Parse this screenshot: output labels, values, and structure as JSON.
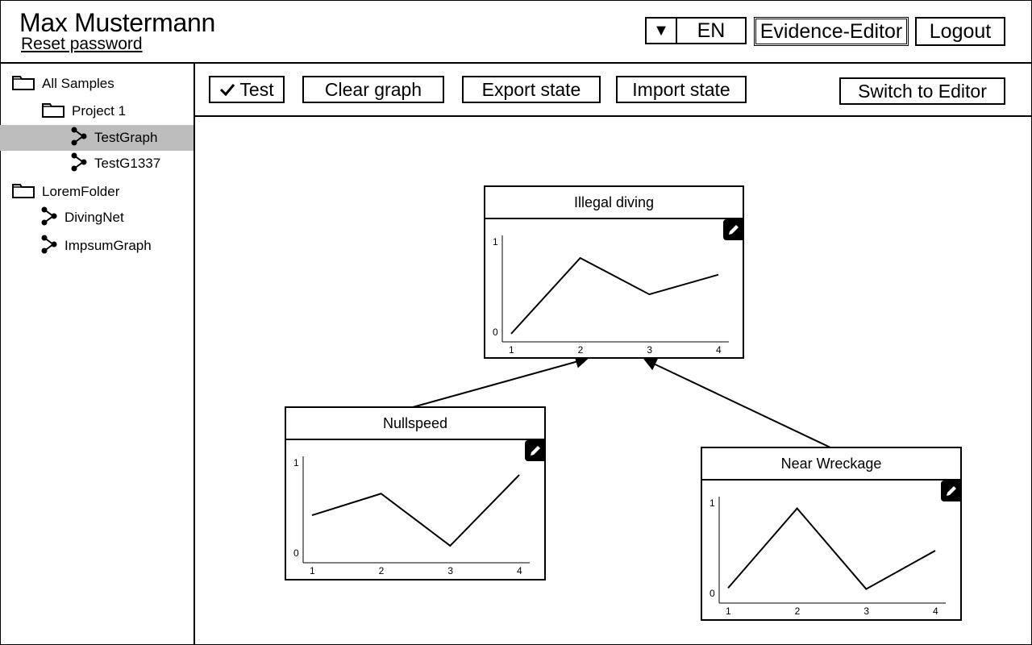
{
  "header": {
    "user_name": "Max Mustermann",
    "reset_password": "Reset password",
    "language": {
      "arrow": "▼",
      "value": "EN"
    },
    "evidence_editor_label": "Evidence-Editor",
    "logout_label": "Logout"
  },
  "sidebar": {
    "items": [
      {
        "label": "All Samples",
        "icon": "folder-icon"
      },
      {
        "label": "Project 1",
        "icon": "folder-icon"
      },
      {
        "label": "TestGraph",
        "icon": "graph-icon",
        "selected": true
      },
      {
        "label": "TestG1337",
        "icon": "graph-icon"
      },
      {
        "label": "LoremFolder",
        "icon": "folder-icon"
      },
      {
        "label": "DivingNet",
        "icon": "graph-icon"
      },
      {
        "label": "ImpsumGraph",
        "icon": "graph-icon"
      }
    ]
  },
  "toolbar": {
    "test_label": "Test",
    "test_checked": true,
    "clear_label": "Clear graph",
    "export_label": "Export state",
    "import_label": "Import state",
    "switch_label": "Switch to Editor"
  },
  "nodes": [
    {
      "title": "Illegal diving"
    },
    {
      "title": "Nullspeed"
    },
    {
      "title": "Near Wreckage"
    }
  ],
  "chart_data": [
    {
      "type": "line",
      "title": "Illegal diving",
      "x": [
        1,
        2,
        3,
        4
      ],
      "values": [
        0.05,
        0.82,
        0.45,
        0.65
      ],
      "ylim": [
        0,
        1
      ],
      "y_ticks": [
        "0",
        "1"
      ],
      "x_ticks": [
        "1",
        "2",
        "3",
        "4"
      ]
    },
    {
      "type": "line",
      "title": "Nullspeed",
      "x": [
        1,
        2,
        3,
        4
      ],
      "values": [
        0.45,
        0.67,
        0.14,
        0.86
      ],
      "ylim": [
        0,
        1
      ],
      "y_ticks": [
        "0",
        "1"
      ],
      "x_ticks": [
        "1",
        "2",
        "3",
        "4"
      ]
    },
    {
      "type": "line",
      "title": "Near Wreckage",
      "x": [
        1,
        2,
        3,
        4
      ],
      "values": [
        0.12,
        0.93,
        0.11,
        0.5
      ],
      "ylim": [
        0,
        1
      ],
      "y_ticks": [
        "0",
        "1"
      ],
      "x_ticks": [
        "1",
        "2",
        "3",
        "4"
      ]
    }
  ]
}
